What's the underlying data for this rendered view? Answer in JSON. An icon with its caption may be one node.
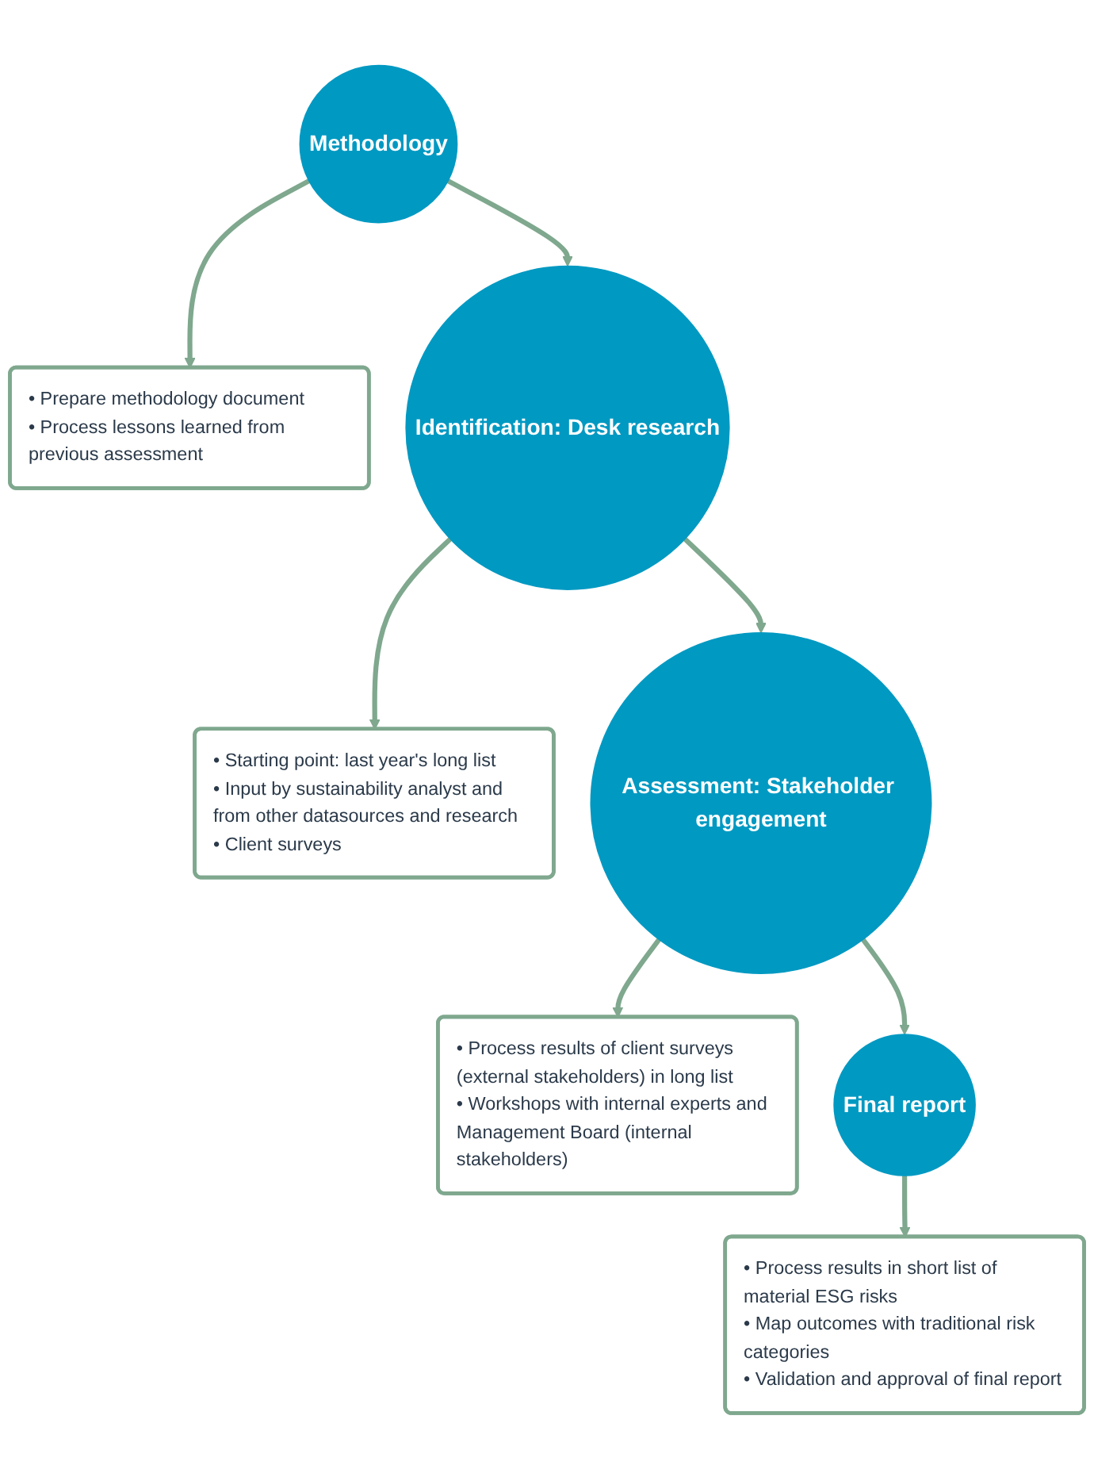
{
  "diagram": {
    "nodes": [
      {
        "text": [
          "Methodology"
        ]
      },
      {
        "text": [
          "• Prepare methodology document",
          "• Process lessons learned from previous assessment"
        ]
      },
      {
        "text": [
          "Identification: Desk research"
        ]
      },
      {
        "text": [
          "• Starting point: last year's long list",
          "• Input by sustainability analyst and from other datasources and research",
          "• Client surveys"
        ]
      },
      {
        "text": [
          "Assessment: Stakeholder engagement"
        ]
      },
      {
        "text": [
          "• Process results of client surveys (external stakeholders) in long list",
          "• Workshops with internal experts and Management Board (internal stakeholders)"
        ]
      },
      {
        "text": [
          "Final report"
        ]
      },
      {
        "text": [
          "• Process results in short list of material ESG risks",
          "• Map outcomes with traditional risk categories",
          "• Validation and approval of final report"
        ]
      }
    ],
    "edges": [
      {
        "from": 0,
        "to": 1,
        "arrow": "to"
      },
      {
        "from": 0,
        "to": 2,
        "arrow": "to"
      },
      {
        "from": 2,
        "to": 3,
        "arrow": "to"
      },
      {
        "from": 2,
        "to": 4,
        "arrow": "to"
      },
      {
        "from": 4,
        "to": 5,
        "arrow": "to"
      },
      {
        "from": 4,
        "to": 6,
        "arrow": "to"
      },
      {
        "from": 6,
        "to": 7,
        "arrow": "to"
      }
    ]
  }
}
